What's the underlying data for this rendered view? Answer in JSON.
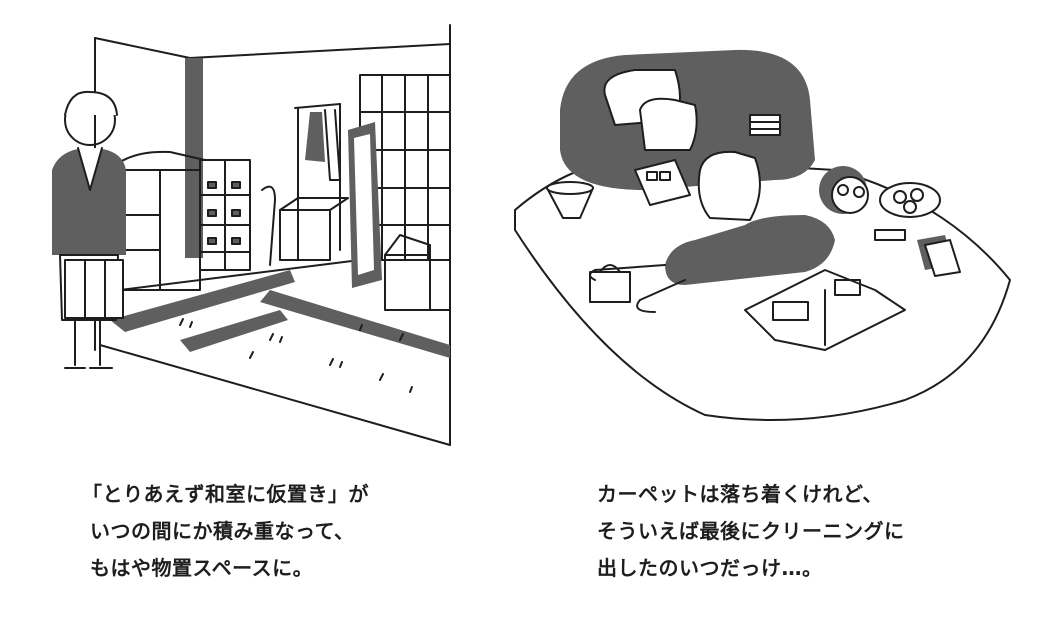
{
  "left_panel": {
    "caption_lines": [
      "「とりあえず和室に仮置き」が",
      "いつの間にか積み重なって、",
      "もはや物置スペースに。"
    ]
  },
  "right_panel": {
    "caption_lines": [
      "カーペットは落ち着くけれど、",
      "そういえば最後にクリーニングに",
      "出したのいつだっけ…。"
    ]
  },
  "colors": {
    "ink": "#1e1e1e",
    "fill_gray": "#5f5f5f",
    "background": "#ffffff"
  }
}
